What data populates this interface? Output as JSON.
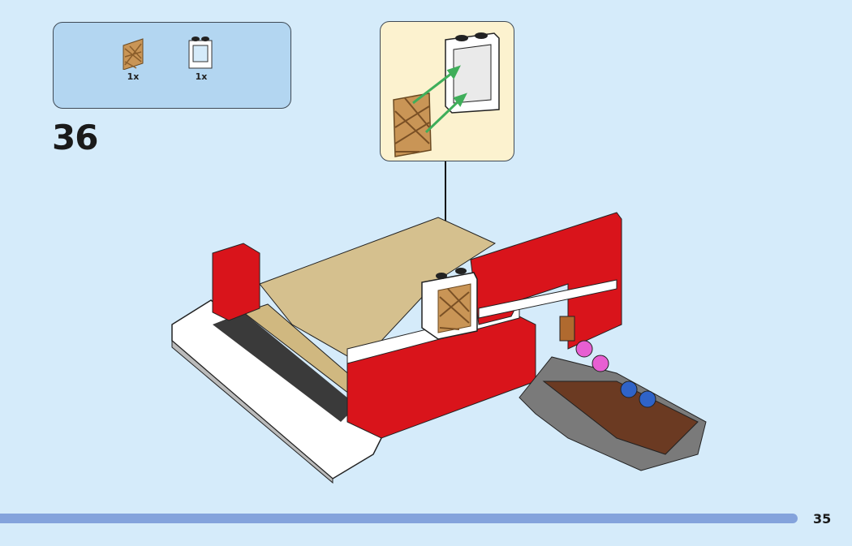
{
  "step": {
    "number": "36"
  },
  "parts_list": [
    {
      "name": "lattice-panel",
      "quantity": "1x",
      "color": "#c99556"
    },
    {
      "name": "window-frame-1x2x2",
      "quantity": "1x",
      "color": "#ffffff"
    }
  ],
  "callout": {
    "description_icons": [
      "lattice-panel",
      "window-frame",
      "green-arrows"
    ]
  },
  "footer": {
    "page_number": "35",
    "progress_percent": 100
  },
  "colors": {
    "background": "#d5ebfa",
    "parts_box": "#b3d6f1",
    "callout": "#fcf2cf",
    "progress": "#84a3dc",
    "red_brick": "#d9141b",
    "tan": "#d5c08e"
  }
}
